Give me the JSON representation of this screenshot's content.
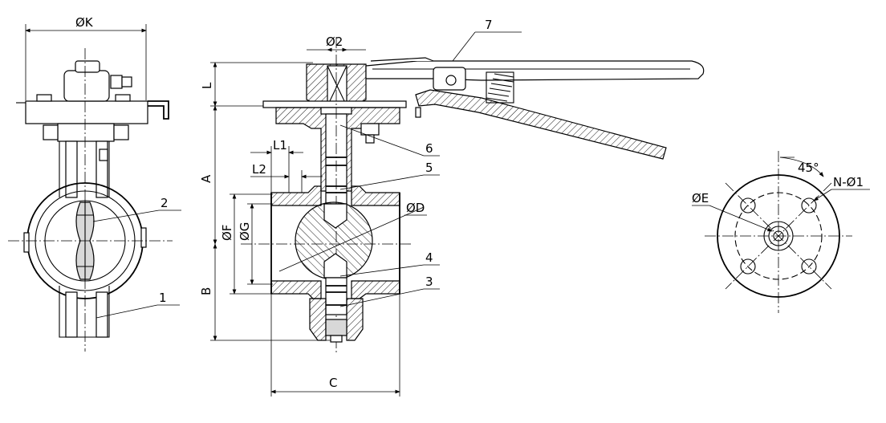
{
  "left_view": {
    "dim_k": "ØK",
    "part_1": "1",
    "part_2": "2"
  },
  "section_view": {
    "dim_phi2": "Ø2",
    "dim_l": "L",
    "dim_a": "A",
    "dim_b": "B",
    "dim_c": "C",
    "dim_l1": "L1",
    "dim_l2": "L2",
    "dim_f": "ØF",
    "dim_g": "ØG",
    "dim_d": "ØD",
    "part_3": "3",
    "part_4": "4",
    "part_5": "5",
    "part_6": "6",
    "part_7": "7"
  },
  "flange_view": {
    "dim_e": "ØE",
    "angle": "45°",
    "holes": "N-Ø1"
  }
}
